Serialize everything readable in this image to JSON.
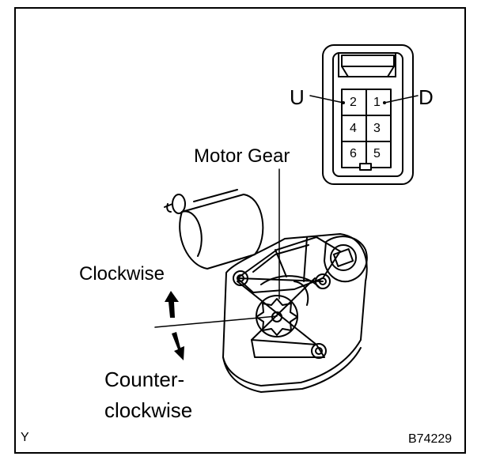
{
  "labels": {
    "up": "U",
    "down": "D",
    "motor_gear": "Motor Gear",
    "clockwise": "Clockwise",
    "counter_line1": "Counter-",
    "counter_line2": "clockwise",
    "corner_left": "Y",
    "figure_code": "B74229"
  },
  "connector": {
    "pins": [
      "2",
      "1",
      "4",
      "3",
      "6",
      "5"
    ]
  }
}
